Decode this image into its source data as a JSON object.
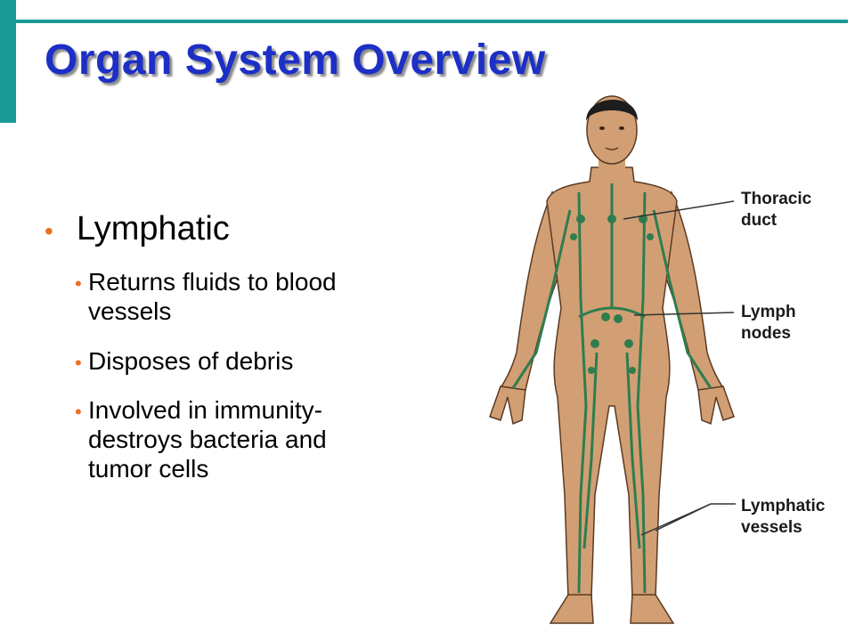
{
  "slide": {
    "title": "Organ System Overview",
    "colors": {
      "title": "#1c2fc6",
      "accent": "#1a9a96",
      "bullet": "#e8701e",
      "skin": "#d29f74",
      "lymph": "#2e7d4f"
    }
  },
  "bullets": {
    "main": "Lymphatic",
    "sub": [
      {
        "line1": "Returns fluids to blood",
        "line2": "vessels"
      },
      {
        "line1": "Disposes of debris"
      },
      {
        "line1": "Involved in immunity-",
        "line2": "destroys bacteria and",
        "line3": "tumor cells"
      }
    ]
  },
  "figure": {
    "labels": {
      "thoracic_1": "Thoracic",
      "thoracic_2": "duct",
      "nodes_1": "Lymph",
      "nodes_2": "nodes",
      "vessels_1": "Lymphatic",
      "vessels_2": "vessels"
    }
  }
}
